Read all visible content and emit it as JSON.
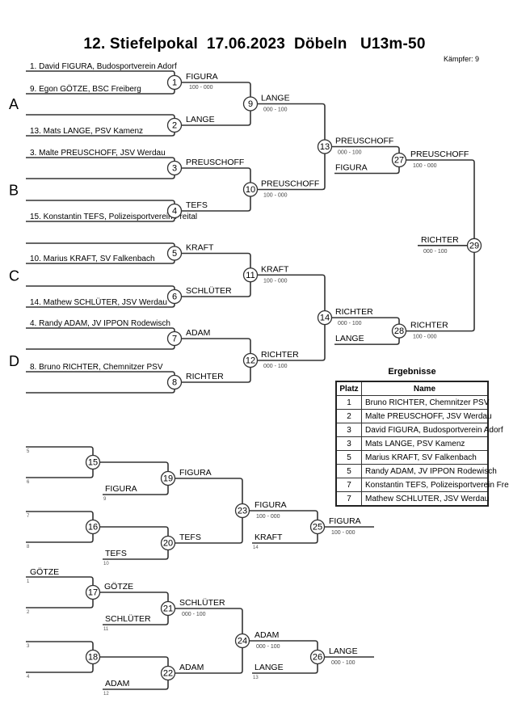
{
  "header": {
    "title": "12. Stiefelpokal  17.06.2023  Döbeln   U13m-50",
    "fighters_count": "Kämpfer: 9"
  },
  "pools": [
    "A",
    "B",
    "C",
    "D"
  ],
  "entries": [
    "1. David FIGURA, Budosportverein Adorf",
    "9. Egon GÖTZE, BSC Freiberg",
    "13. Mats LANGE, PSV Kamenz",
    "3. Malte PREUSCHOFF, JSV Werdau",
    "15. Konstantin TEFS, Polizeisportverein Freital",
    "10. Marius KRAFT, SV Falkenbach",
    "14. Mathew SCHLÜTER, JSV Werdau",
    "4. Randy ADAM, JV IPPON Rodewisch",
    "8. Bruno RICHTER, Chemnitzer PSV"
  ],
  "main_fights": {
    "f1": {
      "num": "1",
      "winner": "FIGURA",
      "score": "100 - 000"
    },
    "f2": {
      "num": "2",
      "winner": "LANGE"
    },
    "f3": {
      "num": "3",
      "winner": "PREUSCHOFF"
    },
    "f4": {
      "num": "4",
      "winner": "TEFS"
    },
    "f5": {
      "num": "5",
      "winner": "KRAFT"
    },
    "f6": {
      "num": "6",
      "winner": "SCHLÜTER"
    },
    "f7": {
      "num": "7",
      "winner": "ADAM"
    },
    "f8": {
      "num": "8",
      "winner": "RICHTER"
    },
    "f9": {
      "num": "9",
      "winner": "LANGE",
      "score": "000 - 100"
    },
    "f10": {
      "num": "10",
      "winner": "PREUSCHOFF",
      "score": "100 - 000"
    },
    "f11": {
      "num": "11",
      "winner": "KRAFT",
      "score": "100 - 000"
    },
    "f12": {
      "num": "12",
      "winner": "RICHTER",
      "score": "000 - 100"
    },
    "f13": {
      "num": "13",
      "winner": "PREUSCHOFF",
      "score": "000 - 100",
      "repechage_in": "FIGURA"
    },
    "f14": {
      "num": "14",
      "winner": "RICHTER",
      "score": "000 - 100",
      "repechage_in": "LANGE"
    },
    "f27": {
      "num": "27",
      "winner": "PREUSCHOFF",
      "score": "100 - 000"
    },
    "f28": {
      "num": "28",
      "winner": "RICHTER",
      "score": "100 - 000"
    },
    "f29": {
      "num": "29",
      "winner": "RICHTER",
      "score": "000 - 100"
    }
  },
  "repechage": {
    "seeds": [
      "5",
      "6",
      "9",
      "7",
      "8",
      "10",
      "1",
      "2",
      "11",
      "3",
      "4",
      "12",
      "14",
      "13"
    ],
    "f15": {
      "num": "15"
    },
    "f16": {
      "num": "16"
    },
    "f17": {
      "num": "17",
      "top_entry": "GÖTZE",
      "winner": "GÖTZE"
    },
    "f18": {
      "num": "18"
    },
    "f19": {
      "num": "19",
      "winner": "FIGURA",
      "in": "FIGURA"
    },
    "f20": {
      "num": "20",
      "winner": "TEFS",
      "in": "TEFS"
    },
    "f21": {
      "num": "21",
      "winner": "SCHLÜTER",
      "score": "000 - 100",
      "in": "SCHLÜTER"
    },
    "f22": {
      "num": "22",
      "winner": "ADAM",
      "in": "ADAM"
    },
    "f23": {
      "num": "23",
      "winner": "FIGURA",
      "score": "100 - 000",
      "in": "KRAFT"
    },
    "f24": {
      "num": "24",
      "winner": "ADAM",
      "score": "000 - 100",
      "in": "LANGE"
    },
    "f25": {
      "num": "25",
      "winner": "FIGURA",
      "score": "100 - 000"
    },
    "f26": {
      "num": "26",
      "winner": "LANGE",
      "score": "000 - 100"
    }
  },
  "results": {
    "title": "Ergebnisse",
    "headers": {
      "place": "Platz",
      "name": "Name"
    },
    "rows": [
      {
        "place": "1",
        "name": "Bruno RICHTER, Chemnitzer PSV"
      },
      {
        "place": "2",
        "name": "Malte PREUSCHOFF, JSV Werdau"
      },
      {
        "place": "3",
        "name": "David FIGURA, Budosportverein Adorf"
      },
      {
        "place": "3",
        "name": "Mats LANGE, PSV Kamenz"
      },
      {
        "place": "5",
        "name": "Marius KRAFT, SV Falkenbach"
      },
      {
        "place": "5",
        "name": "Randy ADAM, JV IPPON Rodewisch"
      },
      {
        "place": "7",
        "name": "Konstantin TEFS, Polizeisportverein Freital"
      },
      {
        "place": "7",
        "name": "Mathew SCHLUTER, JSV Werdau"
      }
    ]
  }
}
